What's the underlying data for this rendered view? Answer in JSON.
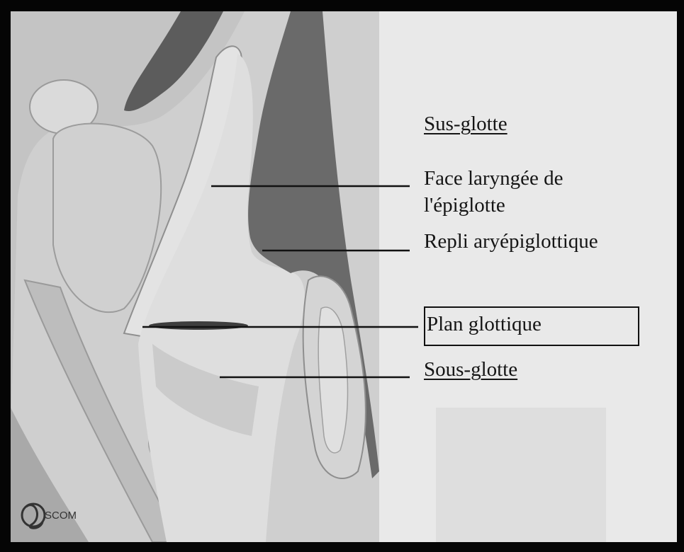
{
  "labels": {
    "sus_glotte": "Sus-glotte",
    "face_laryngee_line1": "Face laryngée de",
    "face_laryngee_line2": "l'épiglotte",
    "repli": "Repli aryépiglottique",
    "plan_glottique": "Plan glottique",
    "sous_glotte": "Sous-glotte"
  },
  "logo_text": "SCOM",
  "colors": {
    "background": "#d9d9d9",
    "page_white": "#ececec",
    "airway_dark": "#6a6a6a",
    "tissue_light": "#c8c8c8",
    "text": "#151515"
  }
}
